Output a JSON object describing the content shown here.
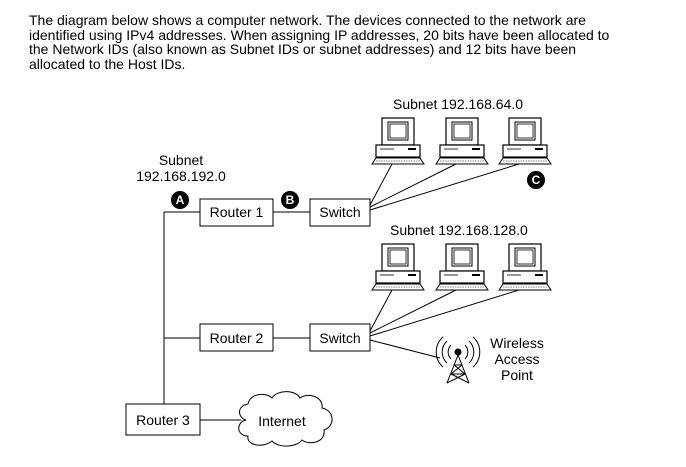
{
  "intro_lines": [
    "The diagram below shows a computer network. The devices connected to the network are",
    "identified using IPv4 addresses. When assigning IP addresses, 20 bits have been allocated to",
    "the Network IDs (also known as Subnet IDs or subnet addresses) and 12 bits have been",
    "allocated to the Host IDs."
  ],
  "subnet_top": "Subnet 192.168.64.0",
  "subnet_mid": "Subnet 192.168.128.0",
  "subnet_left": {
    "line1": "Subnet",
    "line2": "192.168.192.0"
  },
  "routers": {
    "r1": "Router 1",
    "r2": "Router 2",
    "r3": "Router 3"
  },
  "switches": {
    "s1": "Switch",
    "s2": "Switch"
  },
  "internet": "Internet",
  "wap": {
    "line1": "Wireless",
    "line2": "Access",
    "line3": "Point"
  },
  "markers": {
    "a": "A",
    "b": "B",
    "c": "C"
  }
}
